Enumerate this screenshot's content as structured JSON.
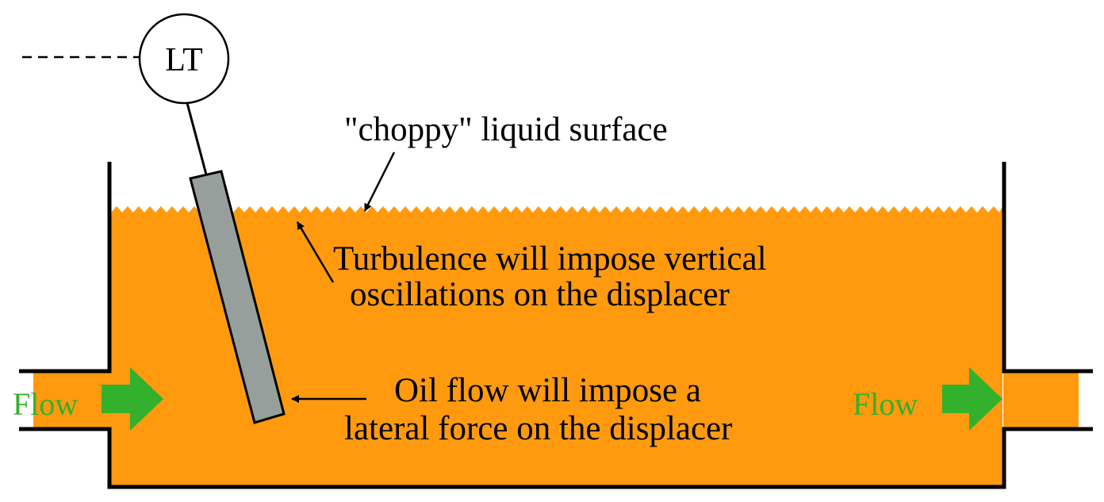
{
  "instrument": {
    "tag": "LT"
  },
  "annotations": {
    "surface": "\"choppy\" liquid surface",
    "turbulence_line1": "Turbulence will impose vertical",
    "turbulence_line2": "oscillations on the displacer",
    "lateral_line1": "Oil flow will impose a",
    "lateral_line2": "lateral force on the displacer"
  },
  "flow": {
    "inlet_label": "Flow",
    "outlet_label": "Flow"
  },
  "colors": {
    "liquid": "#FF9A0F",
    "displacer": "#979F9D",
    "flow_arrow": "#33B02C",
    "flow_text": "#33B02C",
    "outline": "#000000"
  },
  "icons": {
    "transmitter": "circle-instrument-icon",
    "flow_arrow": "right-arrow-icon",
    "pointer": "pointer-arrow-icon"
  }
}
